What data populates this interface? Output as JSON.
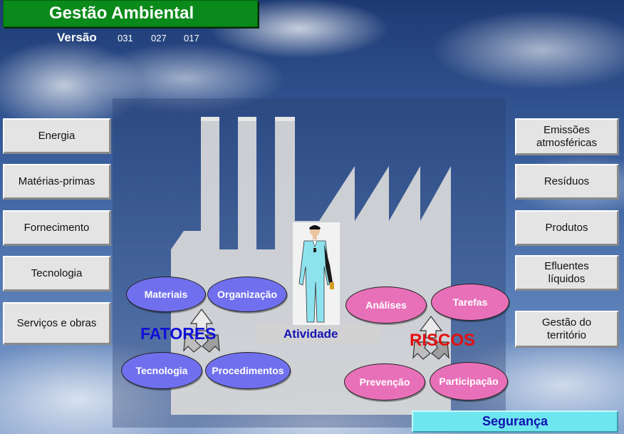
{
  "header": {
    "title": "Gestão Ambiental",
    "version_label": "Versão",
    "version_numbers": [
      "031",
      "027",
      "017"
    ]
  },
  "left_menu": [
    {
      "label": "Energia"
    },
    {
      "label": "Matérias-primas"
    },
    {
      "label": "Fornecimento"
    },
    {
      "label": "Tecnologia"
    },
    {
      "label": "Serviços e obras"
    }
  ],
  "right_menu": [
    {
      "label": "Emissões\natmosféricas"
    },
    {
      "label": "Resíduos"
    },
    {
      "label": "Produtos"
    },
    {
      "label": "Efluentes\nlíquidos"
    },
    {
      "label": "Gestão do\nterritório"
    }
  ],
  "fatores": {
    "heading": "FATORES",
    "items": [
      "Materiais",
      "Organização",
      "Tecnologia",
      "Procedimentos"
    ]
  },
  "atividade": {
    "label": "Atividade"
  },
  "riscos": {
    "heading": "RISCOS",
    "items": [
      "Análises",
      "Tarefas",
      "Prevenção",
      "Participação"
    ]
  },
  "footer": {
    "seguranca_label": "Segurança"
  },
  "colors": {
    "title_bg": "#0a8a1a",
    "fatores_oval": "#7070ee",
    "riscos_oval": "#e870b8",
    "fatores_text": "#1010d8",
    "riscos_text": "#e41010",
    "seguranca_bg": "#6ee6f0"
  },
  "icons": [
    "person-figure-icon",
    "recycle-icon"
  ]
}
